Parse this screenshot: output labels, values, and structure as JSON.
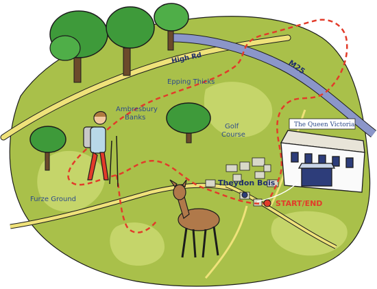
{
  "labels": {
    "high_rd": "High Rd",
    "m25": "M25",
    "epping_thicks": "Epping Thicks",
    "ambresbury_1": "Ambresbury",
    "ambresbury_2": "Banks",
    "golf_1": "Golf",
    "golf_2": "Course",
    "furze_ground": "Furze Ground",
    "theydon_bois": "Theydon Bois",
    "start_end": "START/END",
    "pub_name": "The Queen Victoria"
  },
  "colors": {
    "land_green": "#a9c04a",
    "land_light": "#c5d56a",
    "road_yellow": "#efe27a",
    "motorway": "#8b96c9",
    "route_red": "#e23b2a",
    "tree_green": "#3e9a3a",
    "outline": "#1b1b1b",
    "label_blue": "#2d4a8a"
  },
  "icons": [
    "tree-icon",
    "hiker-icon",
    "deer-icon",
    "pub-building-icon",
    "start-marker-icon",
    "station-marker-icon"
  ]
}
